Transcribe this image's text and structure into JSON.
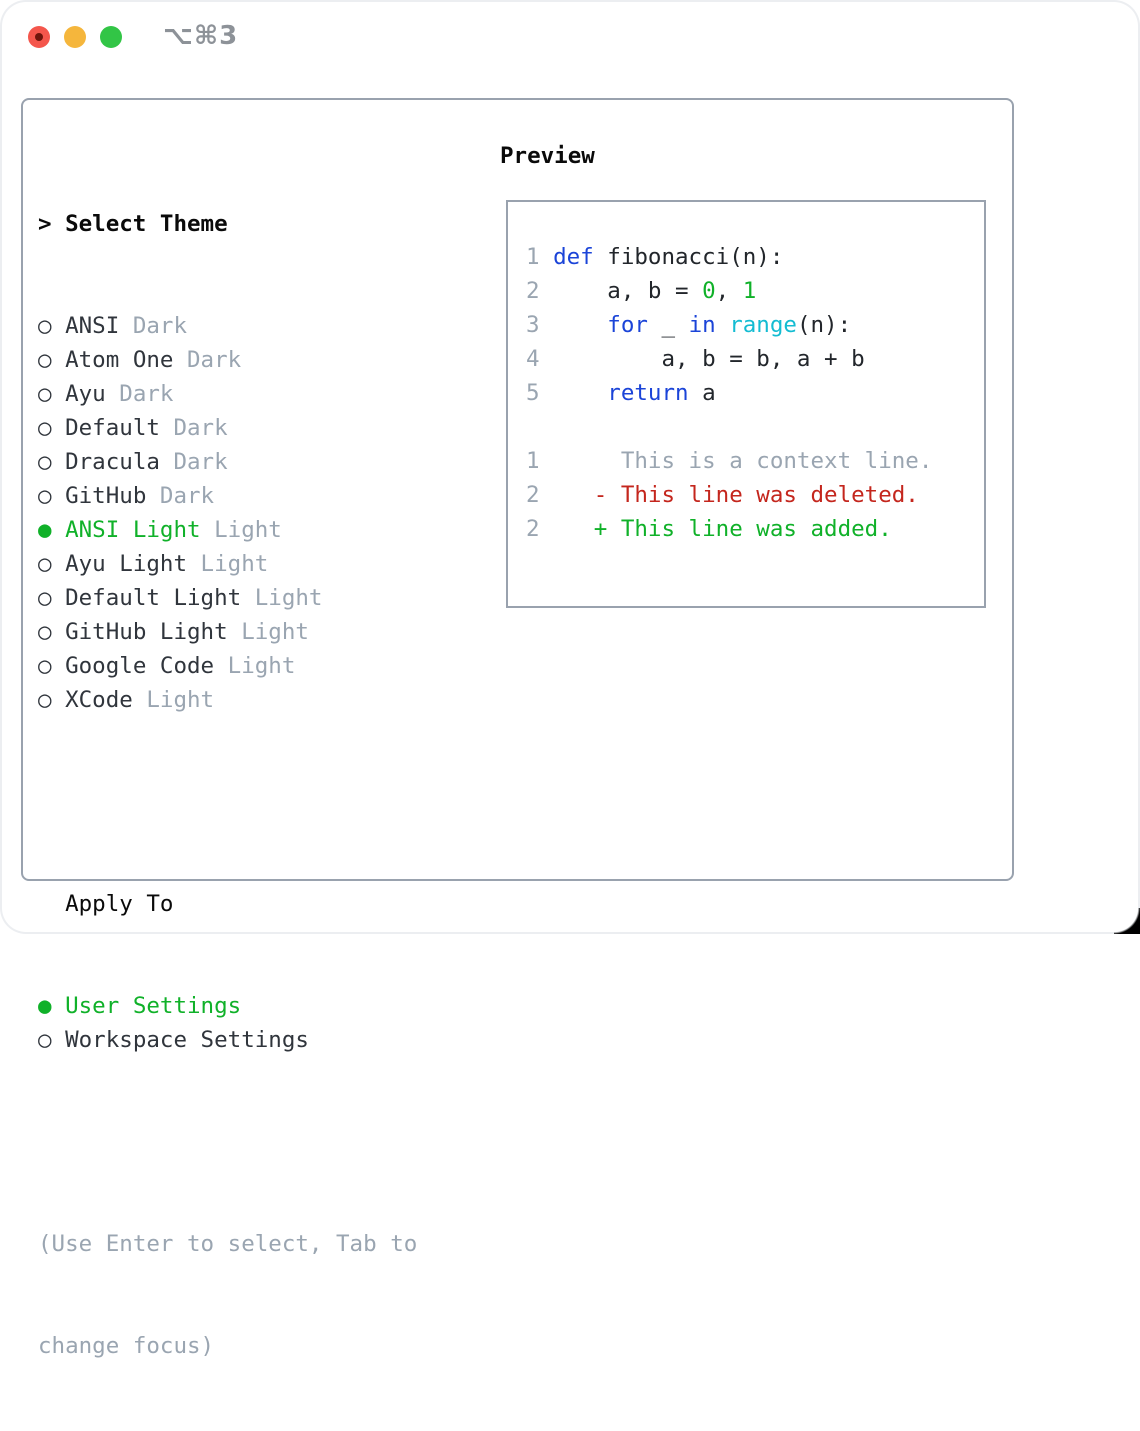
{
  "window": {
    "shortcut_label": "⌥⌘3",
    "controls": [
      {
        "name": "close",
        "color": "#f4564c",
        "dot": "#6e150c"
      },
      {
        "name": "minimize",
        "color": "#f5b63c"
      },
      {
        "name": "zoom",
        "color": "#32c546"
      }
    ]
  },
  "theme_list": {
    "header_prefix": ">",
    "header": "Select Theme",
    "bullet_selected": "●",
    "bullet_unselected": "○",
    "items": [
      {
        "name": "ANSI",
        "variant": "Dark",
        "selected": false
      },
      {
        "name": "Atom One",
        "variant": "Dark",
        "selected": false
      },
      {
        "name": "Ayu",
        "variant": "Dark",
        "selected": false
      },
      {
        "name": "Default",
        "variant": "Dark",
        "selected": false
      },
      {
        "name": "Dracula",
        "variant": "Dark",
        "selected": false
      },
      {
        "name": "GitHub",
        "variant": "Dark",
        "selected": false
      },
      {
        "name": "ANSI Light",
        "variant": "Light",
        "selected": true
      },
      {
        "name": "Ayu Light",
        "variant": "Light",
        "selected": false
      },
      {
        "name": "Default Light",
        "variant": "Light",
        "selected": false
      },
      {
        "name": "GitHub Light",
        "variant": "Light",
        "selected": false
      },
      {
        "name": "Google Code",
        "variant": "Light",
        "selected": false
      },
      {
        "name": "XCode",
        "variant": "Light",
        "selected": false
      }
    ]
  },
  "apply_to": {
    "header": "Apply To",
    "options": [
      {
        "label": "User Settings",
        "selected": true
      },
      {
        "label": "Workspace Settings",
        "selected": false
      }
    ]
  },
  "help": {
    "lines": [
      "(Use Enter to select, Tab to",
      "change focus)"
    ]
  },
  "preview": {
    "title": "Preview",
    "lines": [
      {
        "num": "1",
        "segments": [
          {
            "text": "def",
            "style": "keyword"
          },
          {
            "text": " fibonacci(n):",
            "style": "plain"
          }
        ]
      },
      {
        "num": "2",
        "segments": [
          {
            "text": "    a, b = ",
            "style": "plain"
          },
          {
            "text": "0",
            "style": "number"
          },
          {
            "text": ", ",
            "style": "plain"
          },
          {
            "text": "1",
            "style": "number"
          }
        ]
      },
      {
        "num": "3",
        "segments": [
          {
            "text": "    ",
            "style": "plain"
          },
          {
            "text": "for",
            "style": "keyword"
          },
          {
            "text": " _ ",
            "style": "plain"
          },
          {
            "text": "in",
            "style": "keyword"
          },
          {
            "text": " ",
            "style": "plain"
          },
          {
            "text": "range",
            "style": "builtin"
          },
          {
            "text": "(n):",
            "style": "plain"
          }
        ]
      },
      {
        "num": "4",
        "segments": [
          {
            "text": "        a, b = b, a + b",
            "style": "plain"
          }
        ]
      },
      {
        "num": "5",
        "segments": [
          {
            "text": "    ",
            "style": "plain"
          },
          {
            "text": "return",
            "style": "keyword"
          },
          {
            "text": " a",
            "style": "plain"
          }
        ]
      },
      {
        "num": "",
        "segments": []
      },
      {
        "num": "1",
        "segments": [
          {
            "text": "     This is a context line.",
            "style": "context"
          }
        ]
      },
      {
        "num": "2",
        "segments": [
          {
            "text": "   - This line was deleted.",
            "style": "deleted"
          }
        ]
      },
      {
        "num": "2",
        "segments": [
          {
            "text": "   + This line was added.",
            "style": "added"
          }
        ]
      }
    ]
  },
  "colors": {
    "header_black": "#0a0a0a",
    "text_dark": "#30353c",
    "muted": "#9aa5b1",
    "selected_green": "#10b129",
    "keyword": "#1b44d8",
    "builtin": "#14bcd2",
    "number": "#10b129",
    "plain": "#22262b",
    "context": "#9aa5b1",
    "deleted": "#c4261d",
    "added": "#10b129",
    "line_number": "#9aa5b1",
    "border": "#99a2ae",
    "shortcut_gray": "#8d9298"
  }
}
